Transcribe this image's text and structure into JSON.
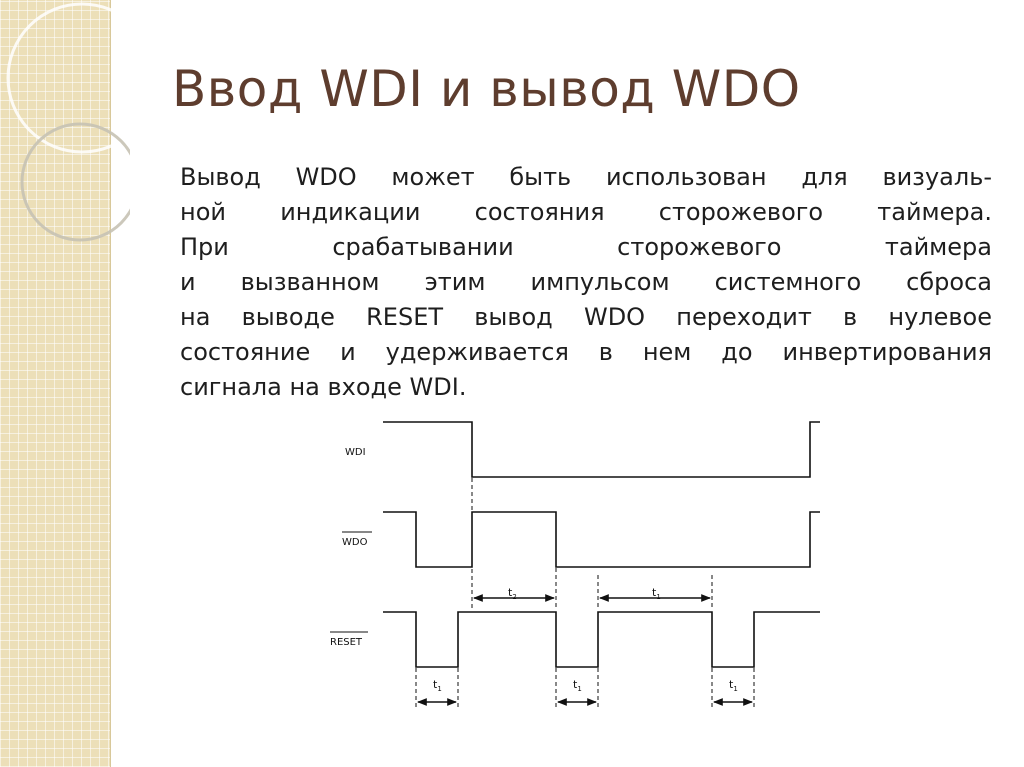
{
  "slide": {
    "title": "Ввод WDI и вывод WDO",
    "body_lines": [
      "Вывод WDO может быть использован для визуаль-",
      "ной индикации состояния сторожевого таймера.",
      "При срабатывании сторожевого таймера",
      "и вызванном этим импульсом системного сброса",
      "на выводе RESET вывод WDO переходит в нулевое",
      "состояние и удерживается в нем до инвертирования",
      "сигнала на входе WDI."
    ]
  },
  "diagram": {
    "signals": [
      {
        "label": "WDI",
        "overline": false
      },
      {
        "label": "WDO",
        "overline": true
      },
      {
        "label": "RESET",
        "overline": true
      }
    ],
    "intervals": [
      {
        "label": "t",
        "sub": "2"
      },
      {
        "label": "t",
        "sub": "1"
      },
      {
        "label": "t",
        "sub": "1"
      },
      {
        "label": "t",
        "sub": "1"
      },
      {
        "label": "t",
        "sub": "1"
      }
    ]
  },
  "colors": {
    "title": "#5e3d2e",
    "text": "#1e1e1e",
    "panel": "#ecdfb8"
  }
}
